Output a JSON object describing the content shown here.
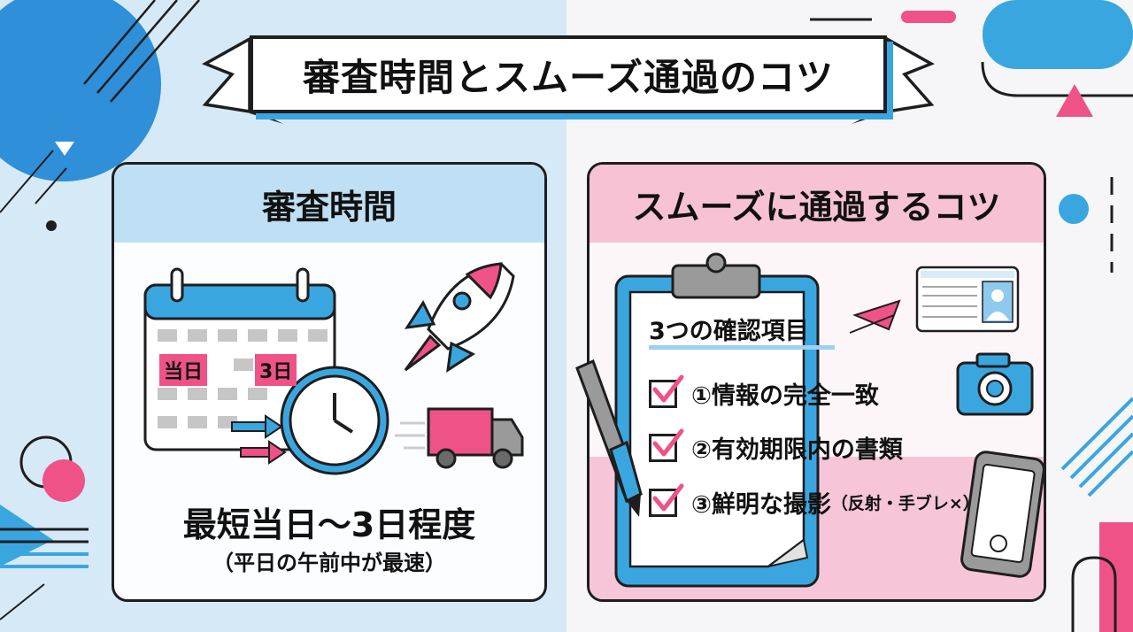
{
  "title": "審査時間とスムーズ通過のコツ",
  "review_time": {
    "heading": "審査時間",
    "calendar_labels": [
      "当日",
      "3日"
    ],
    "summary": "最短当日〜3日程度",
    "note": "（平日の午前中が最速）"
  },
  "tips": {
    "heading": "スムーズに通過するコツ",
    "checklist_title": "3つの確認項目",
    "items": [
      {
        "text": "①情報の完全一致",
        "note": ""
      },
      {
        "text": "②有効期限内の書類",
        "note": ""
      },
      {
        "text": "③鮮明な撮影",
        "note": "（反射・手ブレ×）"
      }
    ]
  },
  "colors": {
    "blue": "#3aa6e0",
    "pink": "#ee5287",
    "light_blue": "#d6e9f7",
    "light_pink": "#f7c2d4"
  },
  "icons": [
    "calendar-icon",
    "clock-icon",
    "rocket-icon",
    "truck-icon",
    "clipboard-icon",
    "pen-icon",
    "id-card-icon",
    "camera-icon",
    "smartphone-icon",
    "paper-plane-icon"
  ]
}
